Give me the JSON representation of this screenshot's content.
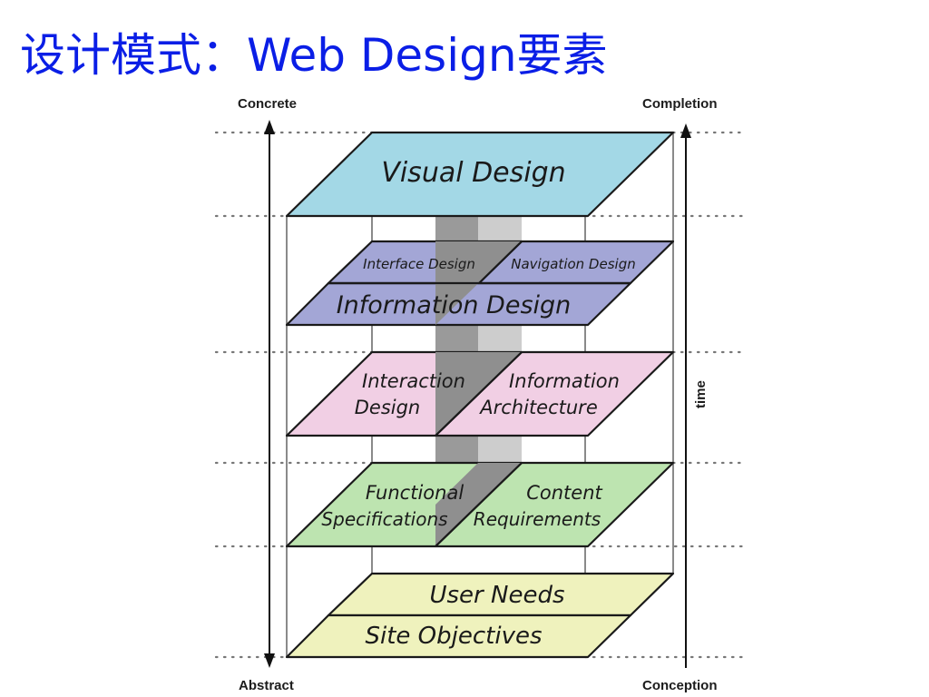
{
  "slide": {
    "title": "设计模式：Web Design要素"
  },
  "diagram": {
    "corner_labels": {
      "top_left": "Concrete",
      "bottom_left": "Abstract",
      "top_right": "Completion",
      "bottom_right": "Conception"
    },
    "time_label": "time",
    "planes": {
      "visual": {
        "label": "Visual Design",
        "color": "#a3d8e6"
      },
      "interface": {
        "label": "Interface Design",
        "color": "#a3a6d6"
      },
      "navigation": {
        "label": "Navigation Design",
        "color": "#a3a6d6"
      },
      "information_design": {
        "label": "Information Design",
        "color": "#a3a6d6"
      },
      "interaction": {
        "line1": "Interaction",
        "line2": "Design",
        "color": "#f1cfe4"
      },
      "information_architecture": {
        "line1": "Information",
        "line2": "Architecture",
        "color": "#f1cfe4"
      },
      "functional": {
        "line1": "Functional",
        "line2": "Specifications",
        "color": "#bde4b0"
      },
      "content": {
        "line1": "Content",
        "line2": "Requirements",
        "color": "#bde4b0"
      },
      "user_needs": {
        "label": "User Needs",
        "color": "#eff2bd"
      },
      "site_objectives": {
        "label": "Site Objectives",
        "color": "#eff2bd"
      }
    }
  }
}
